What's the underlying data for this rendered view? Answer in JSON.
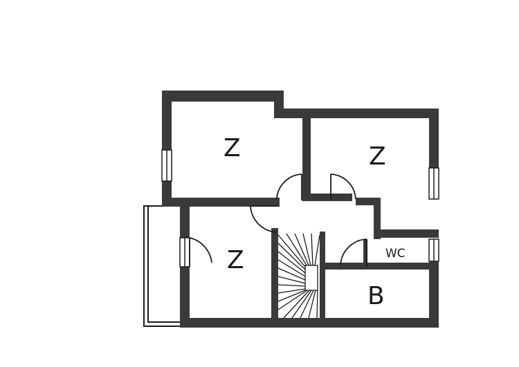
{
  "rooms": [
    {
      "id": "room-top-left",
      "label": "Z"
    },
    {
      "id": "room-top-right",
      "label": "Z"
    },
    {
      "id": "room-bottom-left",
      "label": "Z"
    },
    {
      "id": "room-wc",
      "label": "WC"
    },
    {
      "id": "room-bath",
      "label": "B"
    }
  ],
  "colors": {
    "wall": "#3a3a3a",
    "line": "#1a1a1a",
    "background": "#ffffff"
  }
}
